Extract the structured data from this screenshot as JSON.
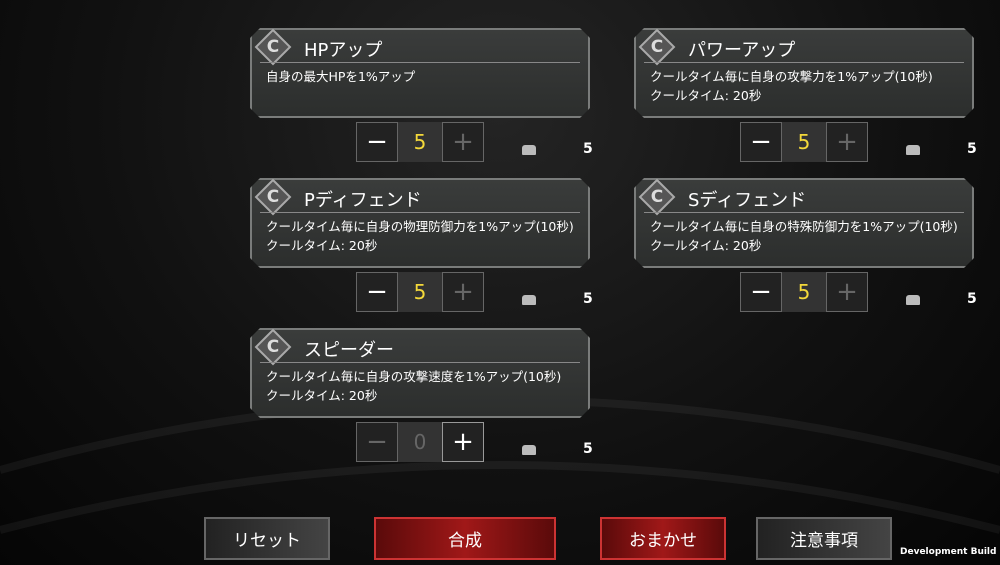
{
  "skills": [
    {
      "title": "HPアップ",
      "desc": [
        "自身の最大HPを1%アップ",
        ""
      ],
      "value": "5",
      "owned": "5"
    },
    {
      "title": "パワーアップ",
      "desc": [
        "クールタイム毎に自身の攻撃力を1%アップ(10秒)",
        "クールタイム: 20秒"
      ],
      "value": "5",
      "owned": "5"
    },
    {
      "title": "Pディフェンド",
      "desc": [
        "クールタイム毎に自身の物理防御力を1%アップ(10秒)",
        "クールタイム: 20秒"
      ],
      "value": "5",
      "owned": "5"
    },
    {
      "title": "Sディフェンド",
      "desc": [
        "クールタイム毎に自身の特殊防御力を1%アップ(10秒)",
        "クールタイム: 20秒"
      ],
      "value": "5",
      "owned": "5"
    },
    {
      "title": "スピーダー",
      "desc": [
        "クールタイム毎に自身の攻撃速度を1%アップ(10秒)",
        "クールタイム: 20秒"
      ],
      "value": "0",
      "owned": "5"
    }
  ],
  "icon_letter": "C",
  "stepper": {
    "minus": "−",
    "plus": "+"
  },
  "buttons": {
    "reset": "リセット",
    "synthesize": "合成",
    "auto": "おまかせ",
    "notes": "注意事項"
  },
  "dev_build": "Development Build",
  "colors": {
    "value": "#f4d93a",
    "accent_red": "#a01818"
  }
}
